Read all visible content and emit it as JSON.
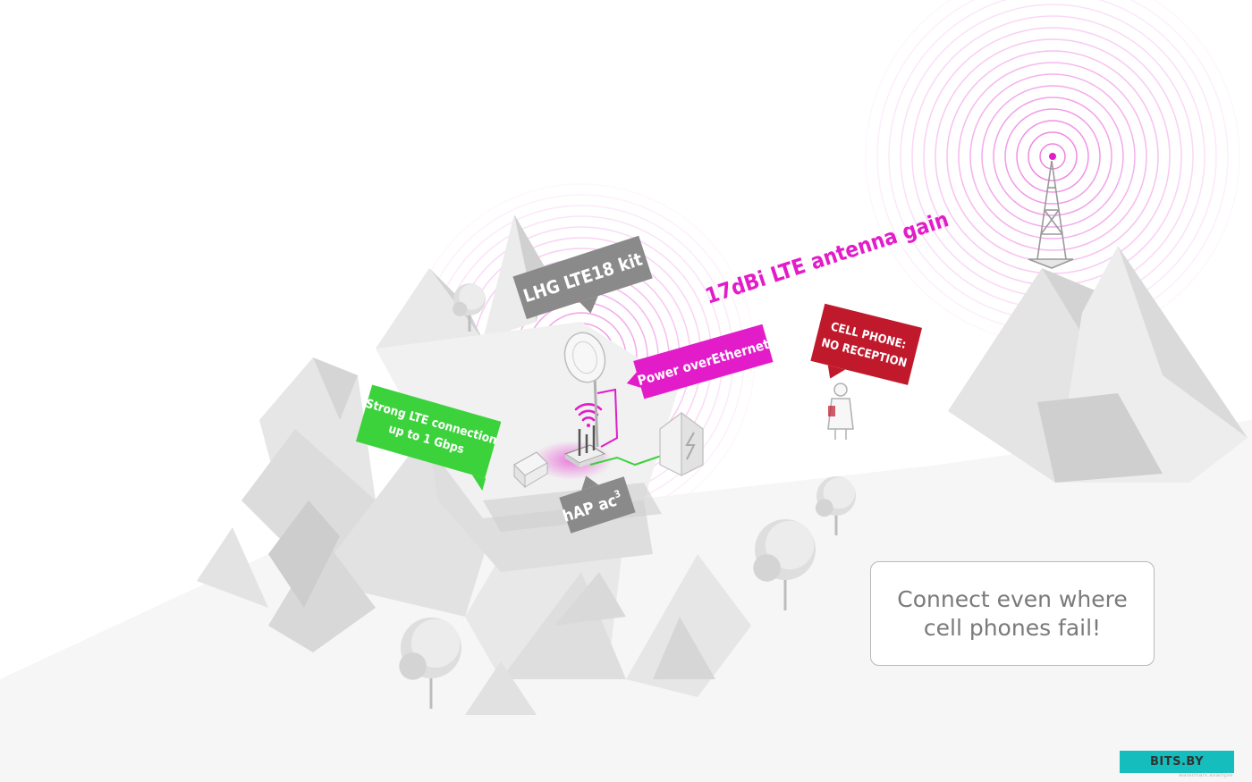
{
  "colors": {
    "magenta": "#e21cc9",
    "green": "#3bd23b",
    "gray_label": "#8a8a8a",
    "red": "#c0192c",
    "watermark_bg": "#16bdbd"
  },
  "labels": {
    "antenna_gain": "17dBi LTE antenna gain",
    "lhg_kit": "LHG LTE18 kit",
    "poe": "Power overEthernet",
    "lte_line1": "Strong LTE connection",
    "lte_line2": "up to 1 Gbps",
    "hap_main": "hAP ac",
    "hap_sup": "3",
    "cell_line1": "CELL PHONE:",
    "cell_line2": "NO RECEPTION"
  },
  "cta": {
    "text": "Connect even where\ncell phones fail!"
  },
  "watermark": {
    "text": "BITS.BY",
    "subtext": "watermark.example"
  },
  "icons": [
    "tower-icon",
    "antenna-icon",
    "router-icon",
    "laptop-icon",
    "power-house-icon",
    "person-icon",
    "tree-icon",
    "wifi-icon"
  ]
}
